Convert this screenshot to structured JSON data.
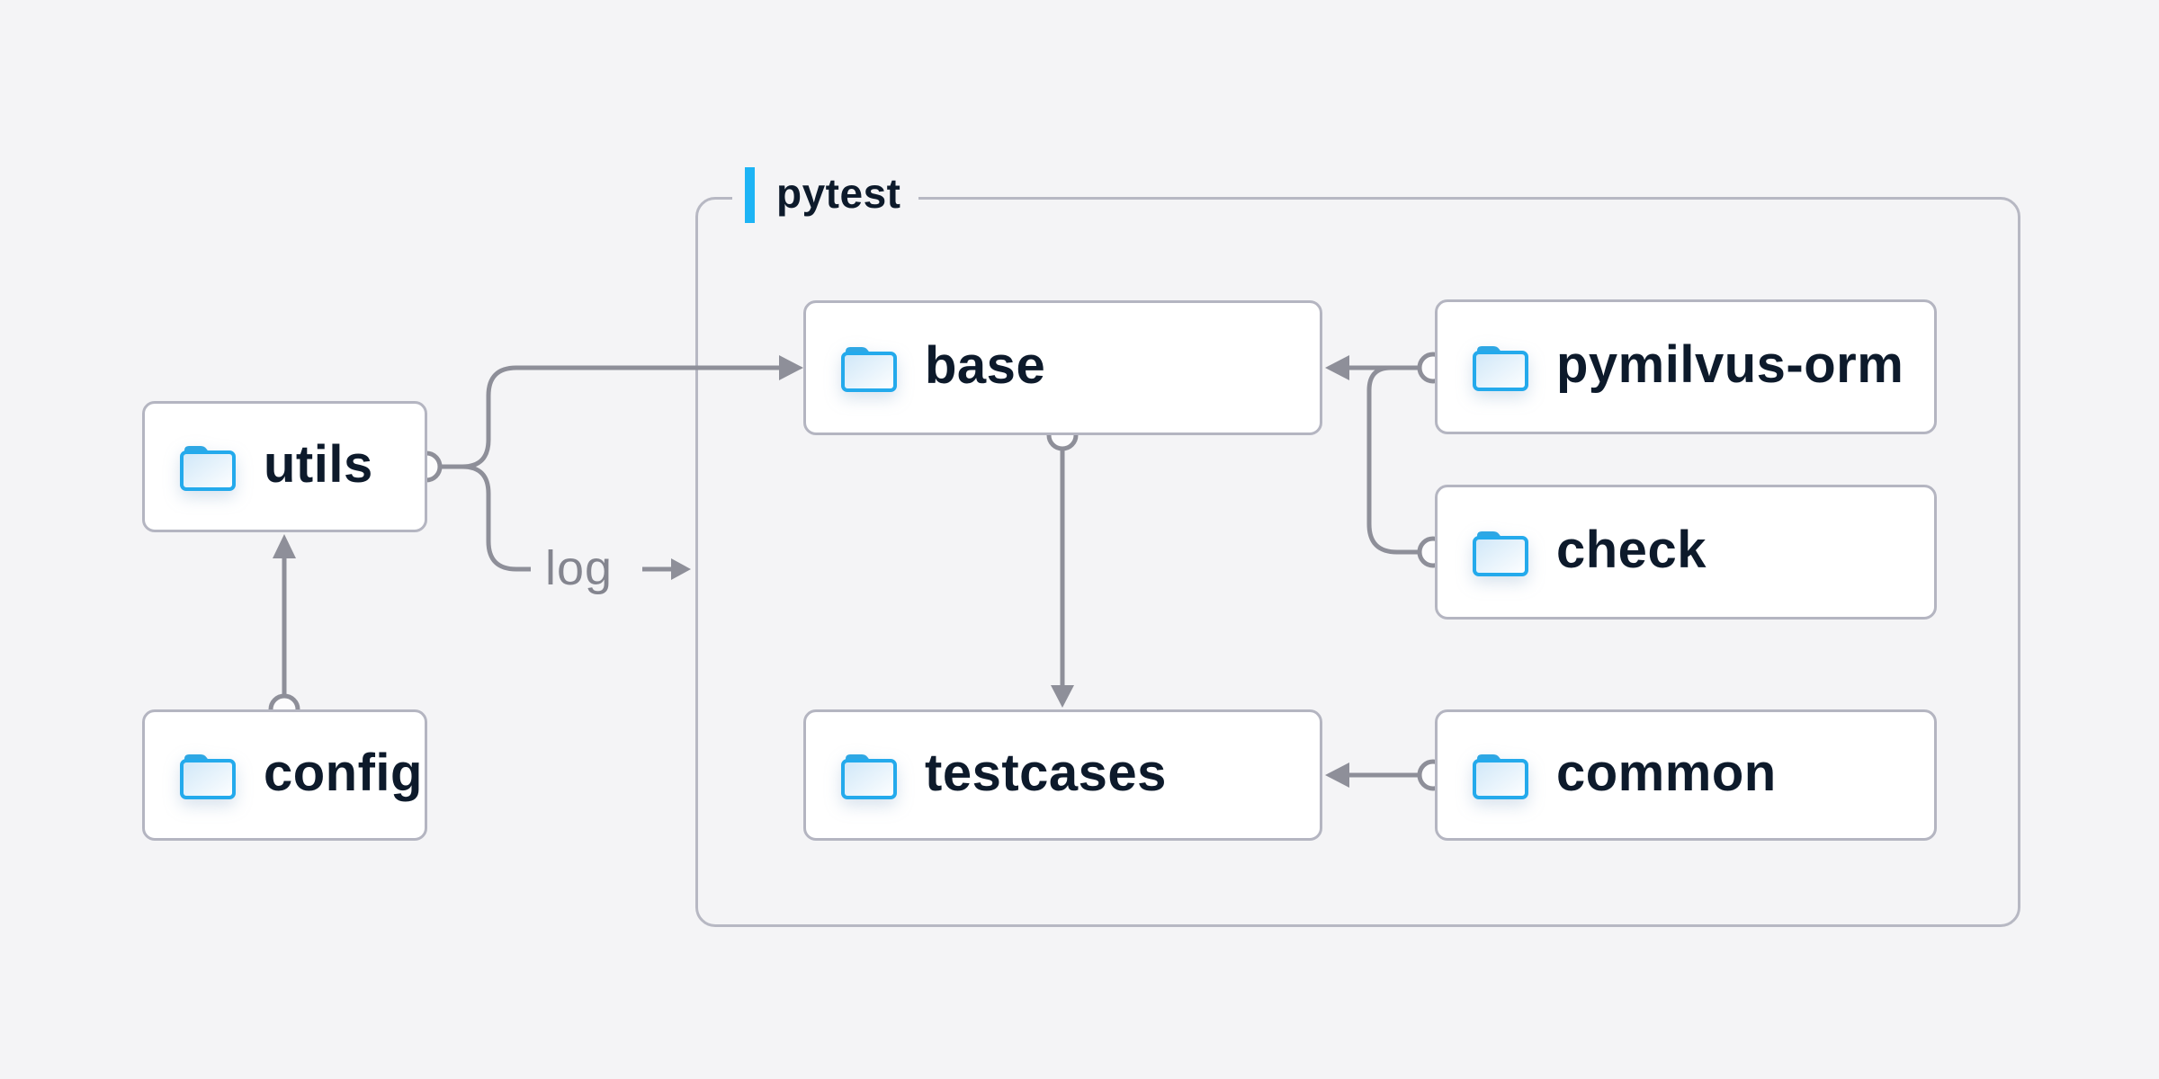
{
  "diagram": {
    "title_group": {
      "label": "pytest"
    },
    "nodes": [
      {
        "id": "utils",
        "label": "utils",
        "icon": "folder-icon"
      },
      {
        "id": "config",
        "label": "config",
        "icon": "folder-icon"
      },
      {
        "id": "base",
        "label": "base",
        "icon": "folder-icon",
        "group": "pytest"
      },
      {
        "id": "testcases",
        "label": "testcases",
        "icon": "folder-icon",
        "group": "pytest"
      },
      {
        "id": "pymilvus-orm",
        "label": "pymilvus-orm",
        "icon": "folder-icon"
      },
      {
        "id": "check",
        "label": "check",
        "icon": "folder-icon"
      },
      {
        "id": "common",
        "label": "common",
        "icon": "folder-icon"
      }
    ],
    "edges": [
      {
        "from": "config",
        "to": "utils"
      },
      {
        "from": "utils",
        "to": "base"
      },
      {
        "from": "utils",
        "to": "pytest-group",
        "label": "log"
      },
      {
        "from": "base",
        "to": "testcases"
      },
      {
        "from": "pymilvus-orm",
        "to": "base"
      },
      {
        "from": "check",
        "to": "base"
      },
      {
        "from": "common",
        "to": "testcases"
      }
    ],
    "edge_label_log": "log",
    "colors": {
      "background": "#f4f4f6",
      "node_background": "#ffffff",
      "node_border": "#b4b5c1",
      "group_border": "#b7b8c3",
      "connector": "#8e8f99",
      "label_text": "#0d1a2b",
      "muted_text": "#84858f",
      "accent_blue": "#1db4f5",
      "folder_blue": "#24aaec"
    }
  }
}
